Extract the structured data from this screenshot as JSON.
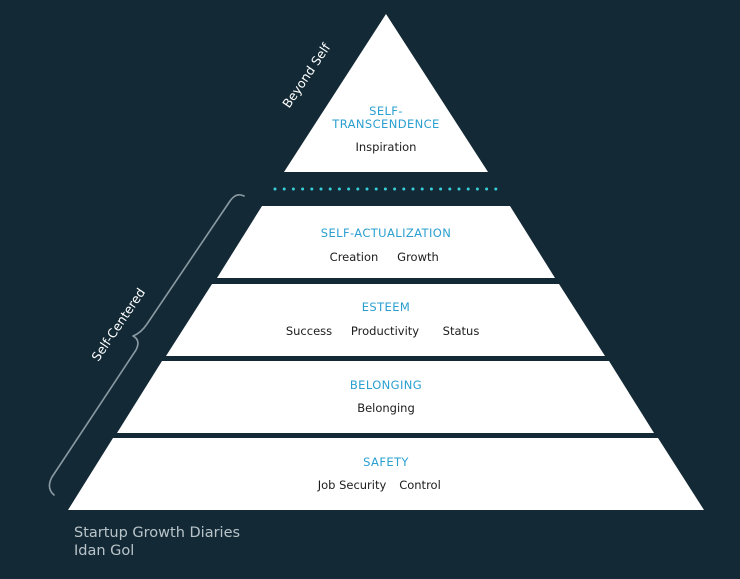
{
  "levels": {
    "self_transcendence": {
      "title_line1": "SELF-",
      "title_line2": "TRANSCENDENCE",
      "items": [
        "Inspiration"
      ]
    },
    "self_actualization": {
      "title": "SELF-ACTUALIZATION",
      "items": [
        "Creation",
        "Growth"
      ]
    },
    "esteem": {
      "title": "ESTEEM",
      "items": [
        "Success",
        "Productivity",
        "Status"
      ]
    },
    "belonging": {
      "title": "BELONGING",
      "items": [
        "Belonging"
      ]
    },
    "safety": {
      "title": "SAFETY",
      "items": [
        "Job Security",
        "Control"
      ]
    }
  },
  "side_labels": {
    "beyond_self": "Beyond Self",
    "self_centered": "Self-Centered"
  },
  "credit": {
    "title": "Startup Growth Diaries",
    "author": "Idan Gol"
  },
  "colors": {
    "background": "#132a36",
    "level_fill": "#ffffff",
    "title_text": "#2a9fd0",
    "item_text": "#1c1c1c",
    "divider_dots": "#38d0d8",
    "bracket": "#8a9aa2"
  }
}
